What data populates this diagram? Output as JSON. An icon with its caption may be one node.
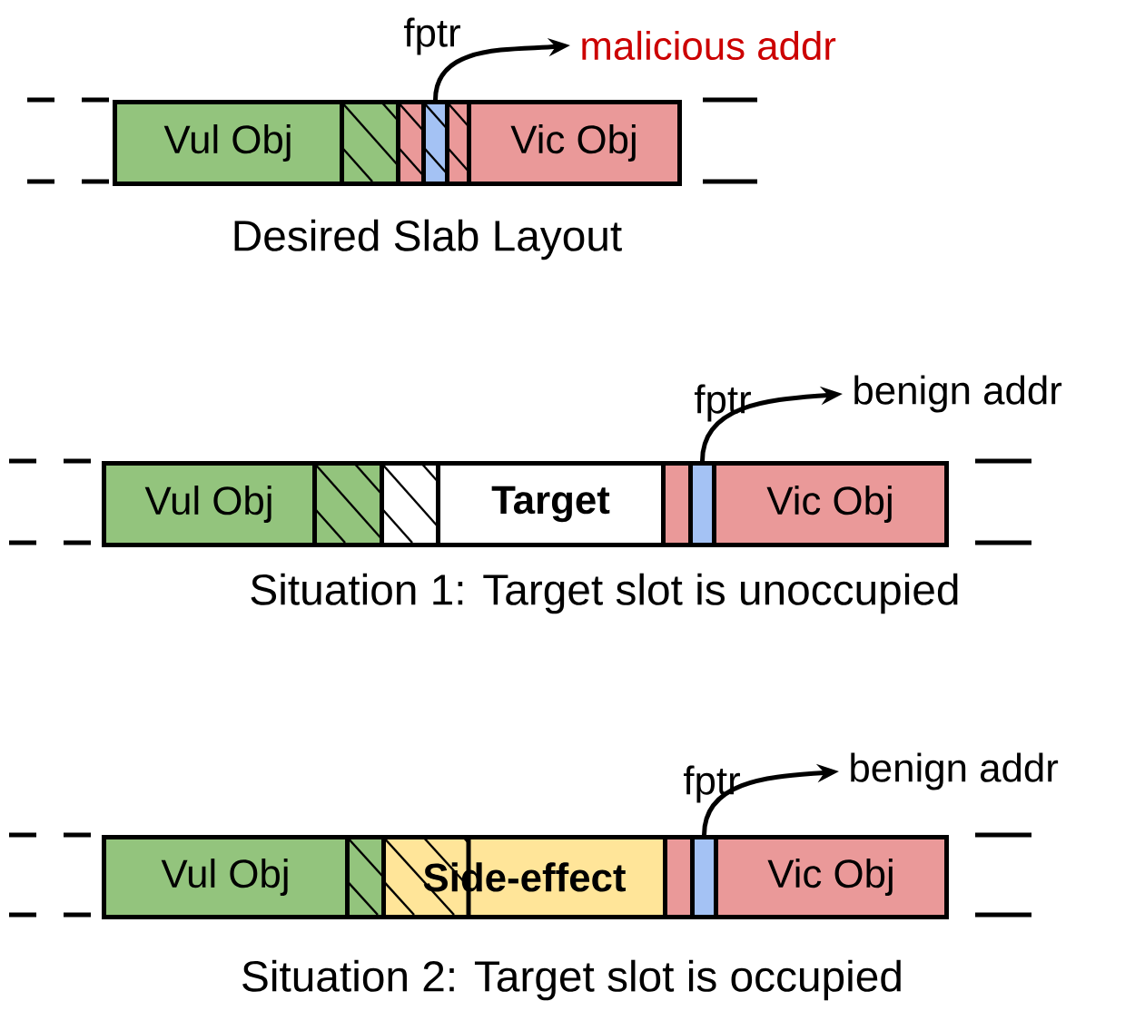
{
  "diagram": {
    "nodes": [
      {
        "text": [
          "Vul Obj"
        ]
      },
      {
        "text": [],
        "shape": "box"
      },
      {
        "text": [],
        "shape": "box"
      },
      {
        "text": [],
        "shape": "box",
        "beside": [
          "fptr"
        ]
      },
      {
        "text": [],
        "shape": "box"
      },
      {
        "text": [
          "Vic Obj"
        ]
      },
      {
        "text": [
          "malicious addr"
        ]
      },
      {
        "text": [
          "Vul Obj"
        ]
      },
      {
        "text": [],
        "shape": "box"
      },
      {
        "text": [],
        "shape": "box"
      },
      {
        "text": [
          "Target"
        ]
      },
      {
        "text": [],
        "shape": "box"
      },
      {
        "text": [],
        "shape": "box",
        "beside": [
          "fptr"
        ]
      },
      {
        "text": [
          "Vic Obj"
        ]
      },
      {
        "text": [
          "benign addr"
        ]
      },
      {
        "text": [
          "Vul Obj"
        ]
      },
      {
        "text": [],
        "shape": "box"
      },
      {
        "text": [
          "Side-effect"
        ]
      },
      {
        "text": [],
        "shape": "box"
      },
      {
        "text": [],
        "shape": "box",
        "beside": [
          "fptr"
        ]
      },
      {
        "text": [
          "Vic Obj"
        ]
      },
      {
        "text": [
          "benign addr"
        ]
      }
    ],
    "edges": [
      {
        "from": 3,
        "to": 6,
        "arrow": "to"
      },
      {
        "from": 12,
        "to": 14,
        "arrow": "to"
      },
      {
        "from": 19,
        "to": 21,
        "arrow": "to"
      }
    ],
    "labels": [
      "Desired Slab Layout",
      "Situation 1: Target slot is unoccupied",
      "Situation 2: Target slot is occupied"
    ]
  }
}
